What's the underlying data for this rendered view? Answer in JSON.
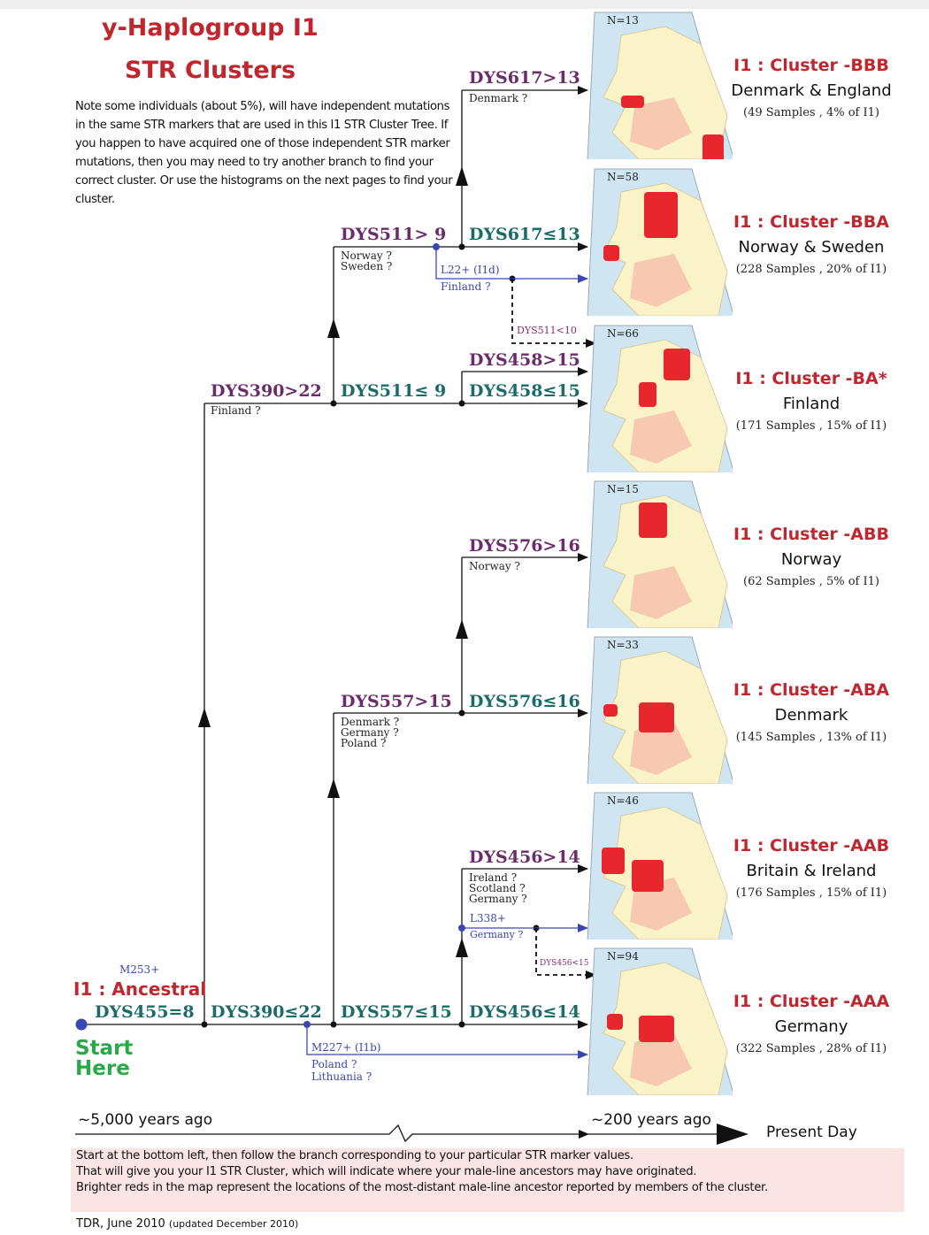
{
  "title_line1": "y-Haplogroup  I1",
  "title_line2": "STR  Clusters",
  "note": "Note some individuals (about 5%), will have independent mutations in the same STR markers that are used in this I1 STR Cluster Tree. If you happen to have acquired one of those independent STR marker mutations, then you may need to try another branch to find your correct cluster. Or use the histograms on the next pages to find your cluster.",
  "root": {
    "snp": "M253+",
    "name": "I1 : Ancestral",
    "marker": "DYS455=8",
    "start": "Start\nHere"
  },
  "branches": {
    "dys390_gt": "DYS390>22",
    "dys390_gt_sub": "Finland ?",
    "dys390_le": "DYS390≤22",
    "m227": "M227+ (I1b)",
    "m227_sub": "Poland ?\nLithuania ?",
    "dys511_gt": "DYS511> 9",
    "dys511_gt_sub": "Norway ?\nSweden ?",
    "dys511_le": "DYS511≤ 9",
    "dys617_gt": "DYS617>13",
    "dys617_gt_sub": "Denmark ?",
    "dys617_le": "DYS617≤13",
    "l22": "L22+ (I1d)",
    "l22_sub": "Finland ?",
    "dys511_lt10": "DYS511<10",
    "dys458_gt": "DYS458>15",
    "dys458_le": "DYS458≤15",
    "dys557_gt": "DYS557>15",
    "dys557_gt_sub": "Denmark ?\nGermany ?\nPoland ?",
    "dys557_le": "DYS557≤15",
    "dys576_gt": "DYS576>16",
    "dys576_gt_sub": "Norway ?",
    "dys576_le": "DYS576≤16",
    "dys456_gt": "DYS456>14",
    "dys456_gt_sub": "Ireland ?\nScotland ?\nGermany ?",
    "l338": "L338+",
    "l338_sub": "Germany ?",
    "dys456_lt15": "DYS456<15",
    "dys456_le": "DYS456≤14"
  },
  "clusters": [
    {
      "n": "N=13",
      "name": "I1 : Cluster -BBB",
      "region": "Denmark & England",
      "samples": "(49 Samples , 4% of I1)"
    },
    {
      "n": "N=58",
      "name": "I1 : Cluster -BBA",
      "region": "Norway & Sweden",
      "samples": "(228 Samples , 20% of I1)"
    },
    {
      "n": "N=66",
      "name": "I1 : Cluster -BA*",
      "region": "Finland",
      "samples": "(171 Samples , 15% of I1)"
    },
    {
      "n": "N=15",
      "name": "I1 : Cluster -ABB",
      "region": "Norway",
      "samples": "(62 Samples , 5% of I1)"
    },
    {
      "n": "N=33",
      "name": "I1 : Cluster -ABA",
      "region": "Denmark",
      "samples": "(145 Samples , 13% of I1)"
    },
    {
      "n": "N=46",
      "name": "I1 : Cluster -AAB",
      "region": "Britain & Ireland",
      "samples": "(176 Samples , 15% of I1)"
    },
    {
      "n": "N=94",
      "name": "I1 : Cluster -AAA",
      "region": "Germany",
      "samples": "(322 Samples , 28% of I1)"
    }
  ],
  "timeline": {
    "left": "~5,000 years ago",
    "mid": "~200 years ago",
    "right": "Present Day"
  },
  "footer": [
    "Start at the bottom left, then follow the branch corresponding to your particular STR marker values.",
    "That will give you your I1 STR Cluster, which will indicate where your male-line ancestors may have originated.",
    "Brighter reds in the map represent the locations of the most-distant male-line ancestor reported by members of the cluster."
  ],
  "credit": "TDR, June 2010",
  "credit_note": "(updated December 2010)",
  "colors": {
    "title": "#c0262e",
    "marker_gt": "#6b2c6b",
    "marker_le": "#1c6b6b",
    "snp": "#3848b0",
    "start": "#2aa84a",
    "footer_bg": "#fbe4e4"
  }
}
